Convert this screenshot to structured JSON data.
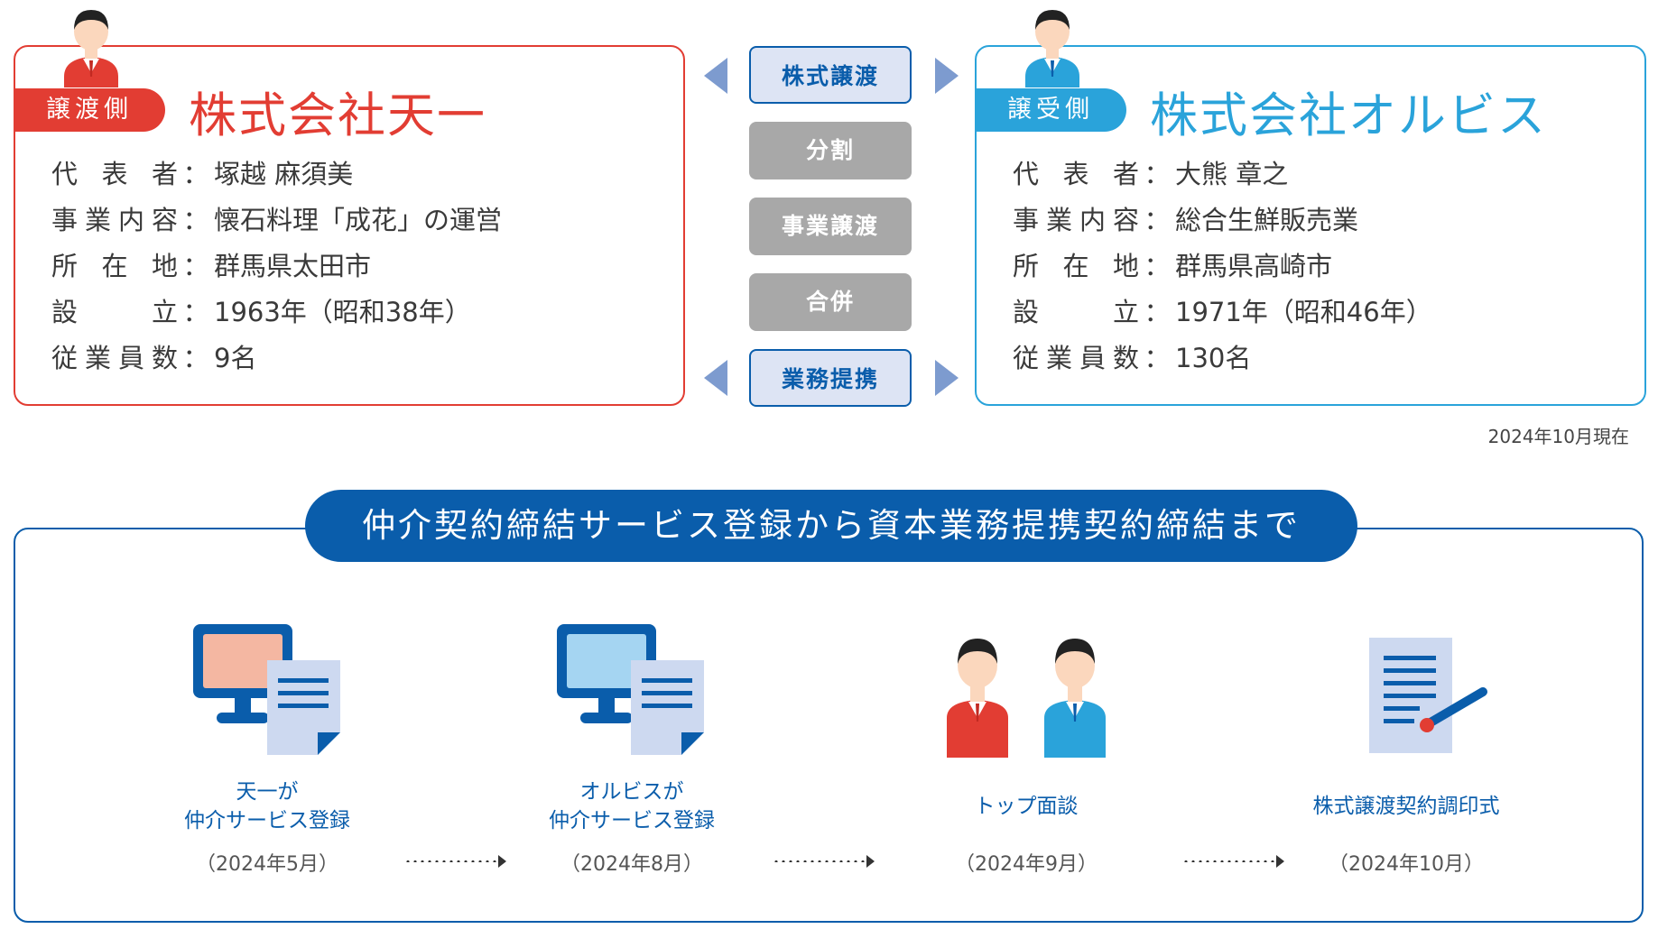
{
  "seller": {
    "role": "譲渡側",
    "name": "株式会社天一",
    "rows": [
      {
        "label": "代表者",
        "value": "塚越 麻須美"
      },
      {
        "label": "事業内容",
        "value": "懐石料理「成花」の運営"
      },
      {
        "label": "所在地",
        "value": "群馬県太田市"
      },
      {
        "label": "設立",
        "value": "1963年（昭和38年）"
      },
      {
        "label": "従業員数",
        "value": "9名"
      }
    ]
  },
  "buyer": {
    "role": "譲受側",
    "name": "株式会社オルビス",
    "rows": [
      {
        "label": "代表者",
        "value": "大熊 章之"
      },
      {
        "label": "事業内容",
        "value": "総合生鮮販売業"
      },
      {
        "label": "所在地",
        "value": "群馬県高崎市"
      },
      {
        "label": "設立",
        "value": "1971年（昭和46年）"
      },
      {
        "label": "従業員数",
        "value": "130名"
      }
    ]
  },
  "colon": "：",
  "schemes": [
    {
      "label": "株式譲渡",
      "active": true
    },
    {
      "label": "分割",
      "active": false
    },
    {
      "label": "事業譲渡",
      "active": false
    },
    {
      "label": "合併",
      "active": false
    },
    {
      "label": "業務提携",
      "active": true
    }
  ],
  "as_of": "2024年10月現在",
  "timeline": {
    "title": "仲介契約締結サービス登録から資本業務提携契約締結まで",
    "steps": [
      {
        "label_lines": [
          "天一が",
          "仲介サービス登録"
        ],
        "date": "（2024年5月）",
        "icon": "computer-document-icon"
      },
      {
        "label_lines": [
          "オルビスが",
          "仲介サービス登録"
        ],
        "date": "（2024年8月）",
        "icon": "computer-document-icon"
      },
      {
        "label_lines": [
          "トップ面談"
        ],
        "date": "（2024年9月）",
        "icon": "two-people-icon"
      },
      {
        "label_lines": [
          "株式譲渡契約調印式"
        ],
        "date": "（2024年10月）",
        "icon": "contract-signing-icon"
      }
    ]
  },
  "colors": {
    "seller": "#e23d33",
    "buyer": "#2aa3da",
    "navy": "#0a5dab",
    "inactive": "#a8a8a8"
  }
}
